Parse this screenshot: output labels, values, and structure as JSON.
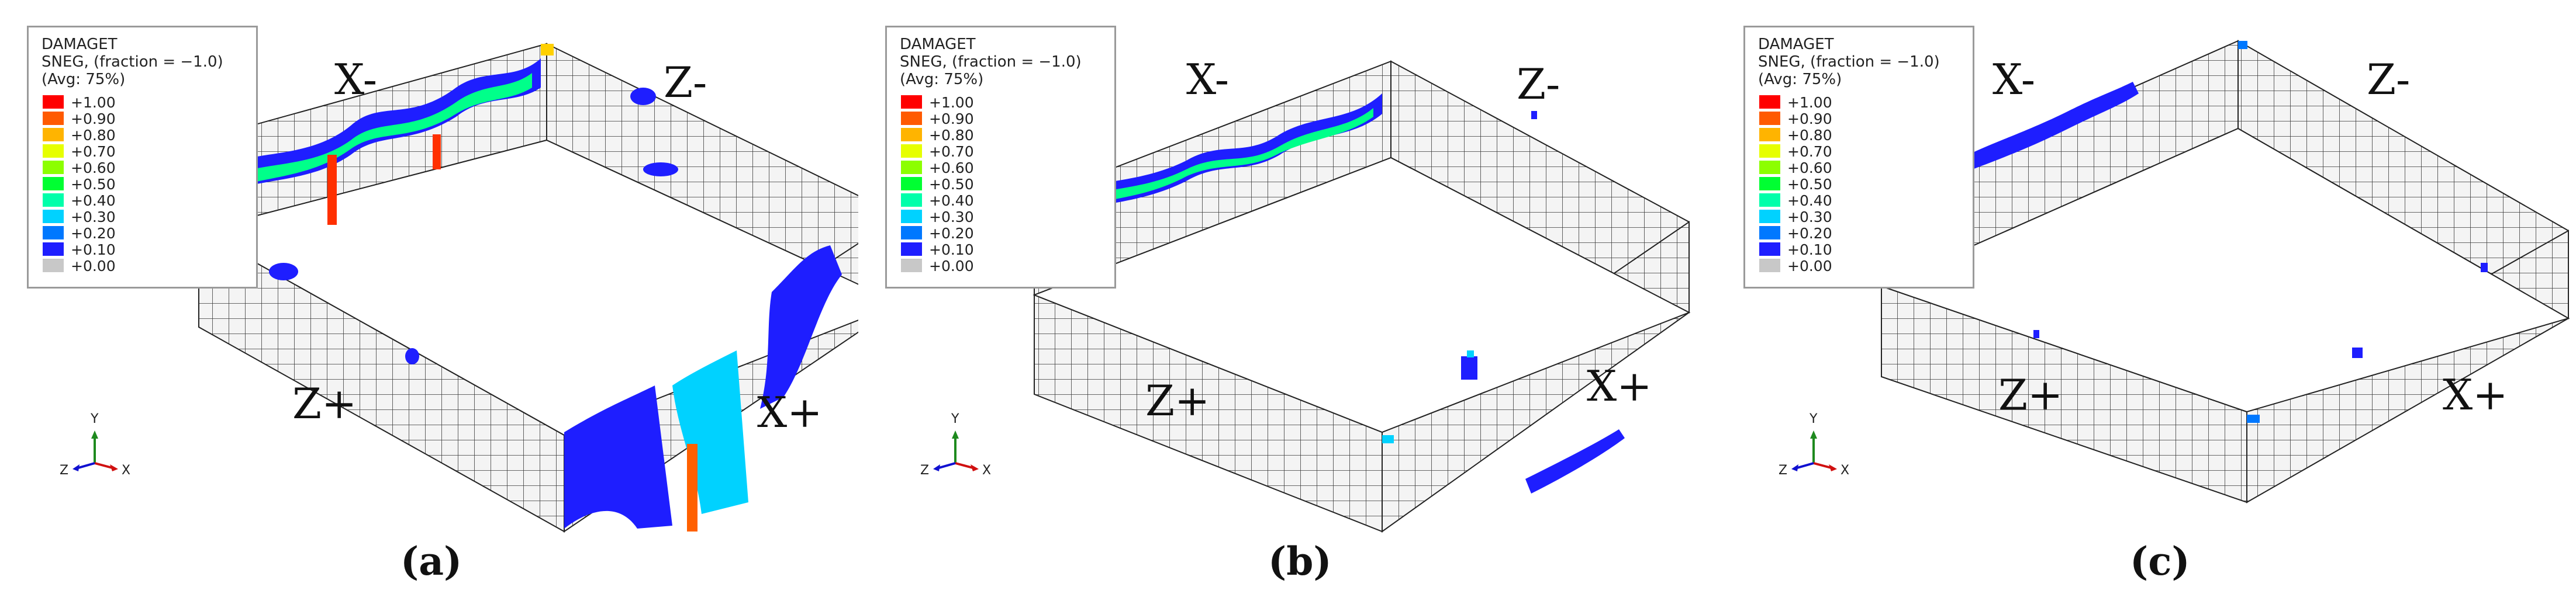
{
  "legend": {
    "title_line1": "DAMAGET",
    "title_line2": "SNEG, (fraction = −1.0)",
    "title_line3": "(Avg: 75%)",
    "entries": [
      {
        "label": "+1.00",
        "color": "#ff0000"
      },
      {
        "label": "+0.90",
        "color": "#ff5a00"
      },
      {
        "label": "+0.80",
        "color": "#ffb400"
      },
      {
        "label": "+0.70",
        "color": "#e6ff00"
      },
      {
        "label": "+0.60",
        "color": "#8cff00"
      },
      {
        "label": "+0.50",
        "color": "#00ff32"
      },
      {
        "label": "+0.40",
        "color": "#00ffaa"
      },
      {
        "label": "+0.30",
        "color": "#00d2ff"
      },
      {
        "label": "+0.20",
        "color": "#0078ff"
      },
      {
        "label": "+0.10",
        "color": "#1e1eff"
      },
      {
        "label": "+0.00",
        "color": "#c8c8c8"
      }
    ]
  },
  "triad": {
    "y": "Y",
    "z": "Z",
    "x": "X"
  },
  "panels": [
    {
      "caption": "(a)",
      "labels": {
        "xm": "X-",
        "zm": "Z-",
        "zp": "Z+",
        "xp": "X+"
      }
    },
    {
      "caption": "(b)",
      "labels": {
        "xm": "X-",
        "zm": "Z-",
        "zp": "Z+",
        "xp": "X+"
      }
    },
    {
      "caption": "(c)",
      "labels": {
        "xm": "X-",
        "zm": "Z-",
        "zp": "Z+",
        "xp": "X+"
      }
    }
  ],
  "colors": {
    "mesh": "#2a2a2a",
    "wall": "#f2f2f2",
    "damage_low": "#1e1eff",
    "damage_mid": "#00d2ff",
    "damage_high": "#ff0000"
  }
}
